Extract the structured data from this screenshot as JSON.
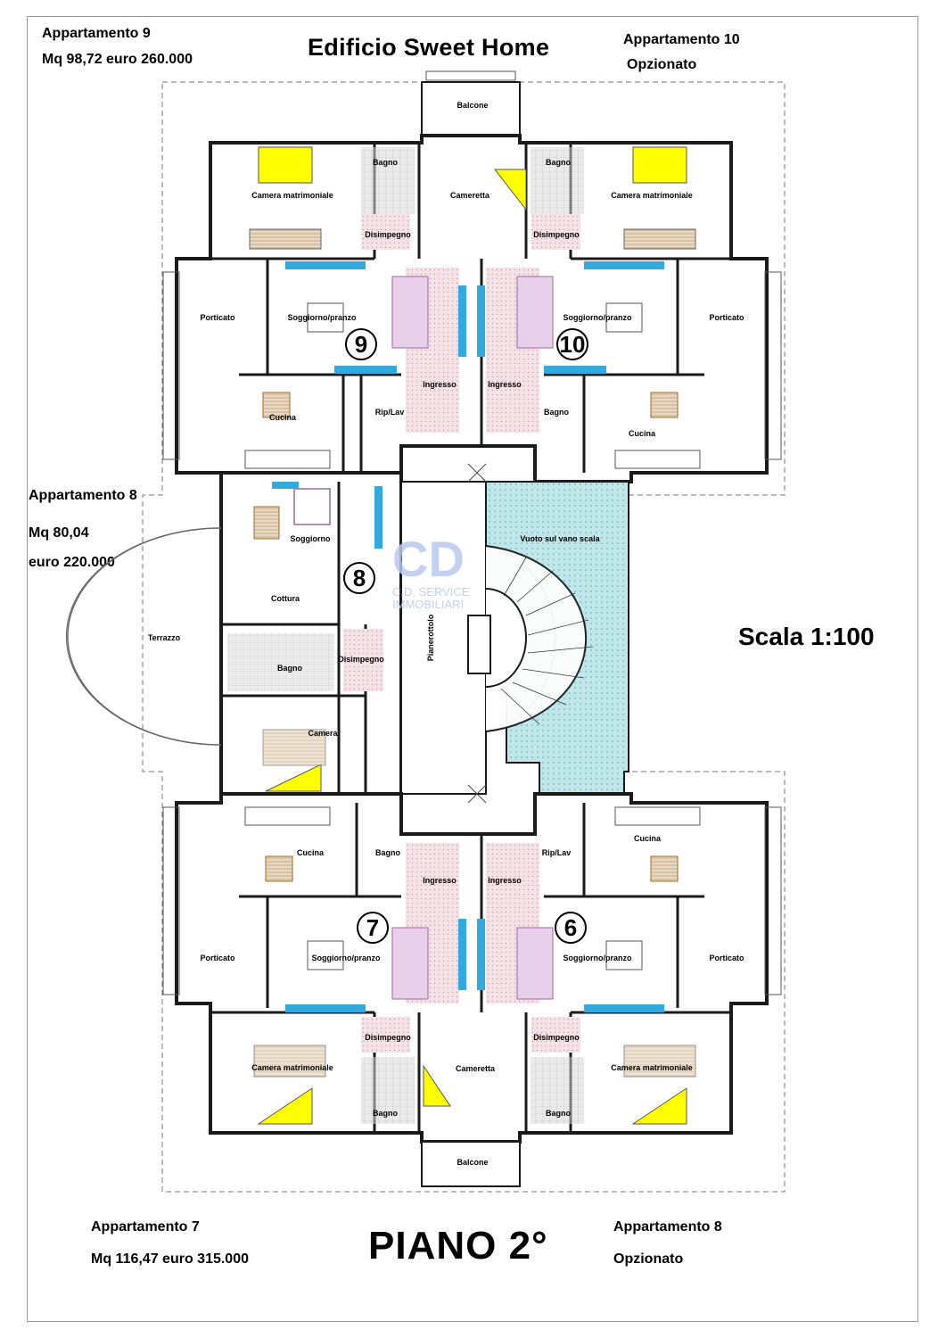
{
  "header": {
    "title": "Edificio Sweet Home",
    "apt9": {
      "name": "Appartamento 9",
      "detail": "Mq 98,72 euro 260.000"
    },
    "apt10": {
      "name": "Appartamento 10",
      "detail": "Opzionato"
    }
  },
  "left_info": {
    "apt8": {
      "name": "Appartamento 8",
      "area": "Mq 80,04",
      "price": "euro 220.000"
    }
  },
  "scale_label": "Scala 1:100",
  "footer": {
    "floor": "PIANO 2°",
    "apt7": {
      "name": "Appartamento 7",
      "detail": "Mq 116,47  euro  315.000"
    },
    "apt8b": {
      "name": "Appartamento 8",
      "detail": "Opzionato"
    }
  },
  "watermark": {
    "line1": "C.D. SERVICE",
    "line2": "IMMOBILIARI"
  },
  "apartment_numbers": {
    "n9": "9",
    "n10": "10",
    "n8": "8",
    "n7": "7",
    "n6": "6"
  },
  "rooms": {
    "balcone_top": "Balcone",
    "bagno_9": "Bagno",
    "cameretta_top": "Cameretta",
    "bagno_10": "Bagno",
    "camera_matr_9": "Camera matrimoniale",
    "camera_matr_10": "Camera matrimoniale",
    "disimpegno_9": "Disimpegno",
    "disimpegno_10": "Disimpegno",
    "porticato_9": "Porticato",
    "porticato_10": "Porticato",
    "soggiorno_9": "Soggiorno/pranzo",
    "soggiorno_10": "Soggiorno/pranzo",
    "ingresso_9": "Ingresso",
    "ingresso_10": "Ingresso",
    "cucina_9": "Cucina",
    "riplav_9": "Rip/Lav",
    "bagno_10b": "Bagno",
    "cucina_10": "Cucina",
    "soggiorno_8": "Soggiorno",
    "cottura_8": "Cottura",
    "terrazzo_8": "Terrazzo",
    "bagno_8": "Bagno",
    "disimpegno_8": "Disimpegno",
    "camera_8": "Camera",
    "vuoto": "Vuoto sul vano scala",
    "pianerottolo": "Pianerottolo",
    "cucina_7": "Cucina",
    "bagno_7": "Bagno",
    "ingresso_7": "Ingresso",
    "ingresso_6": "Ingresso",
    "riplav_6": "Rip/Lav",
    "cucina_6": "Cucina",
    "porticato_7": "Porticato",
    "porticato_6": "Porticato",
    "soggiorno_7": "Soggiorno/pranzo",
    "soggiorno_6": "Soggiorno/pranzo",
    "disimpegno_7": "Disimpegno",
    "disimpegno_6": "Disimpegno",
    "cameretta_bottom": "Cameretta",
    "camera_matr_7": "Camera matrimoniale",
    "camera_matr_6": "Camera matrimoniale",
    "bagno_7b": "Bagno",
    "bagno_6b": "Bagno",
    "balcone_bottom": "Balcone"
  },
  "colors": {
    "wall": "#1a1a1a",
    "bed": "#ffff00",
    "window": "#33aadd",
    "floor_pink": "#f0d8de",
    "tile_grey": "#c8c8c8",
    "stair_void": "#bfe6e8",
    "door": "#7a2a8a"
  }
}
